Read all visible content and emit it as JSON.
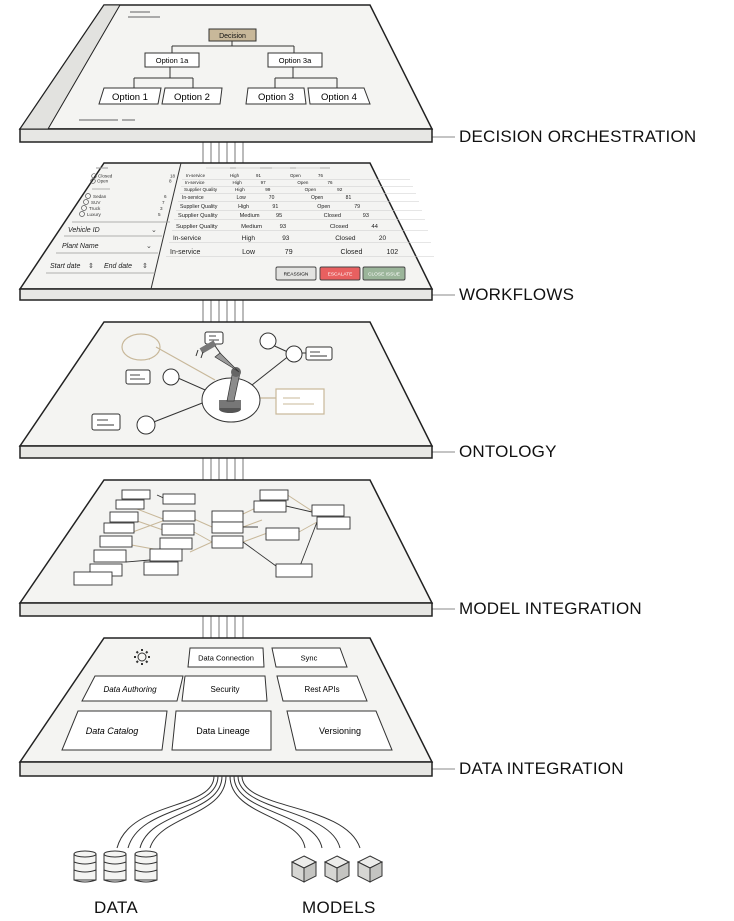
{
  "layers": [
    {
      "label": "DECISION ORCHESTRATION"
    },
    {
      "label": "WORKFLOWS"
    },
    {
      "label": "ONTOLOGY"
    },
    {
      "label": "MODEL INTEGRATION"
    },
    {
      "label": "DATA INTEGRATION"
    }
  ],
  "decision": {
    "root": "Decision",
    "option_1a": "Option 1a",
    "option_3a": "Option 3a",
    "option_1": "Option 1",
    "option_2": "Option 2",
    "option_3": "Option 3",
    "option_4": "Option 4"
  },
  "workflows": {
    "status_options": [
      "Closed",
      "Open"
    ],
    "vehicle_types": [
      "Sedan",
      "SUV",
      "Truck",
      "Luxury"
    ],
    "vehicle_id_label": "Vehicle ID",
    "plant_name_label": "Plant Name",
    "start_date_label": "Start date",
    "end_date_label": "End date",
    "table_rows": [
      [
        "In-service",
        "High",
        "91",
        "Open",
        "76"
      ],
      [
        "In-service",
        "High",
        "97",
        "Open",
        "76"
      ],
      [
        "Supplier Quality",
        "High",
        "99",
        "Open",
        "92"
      ],
      [
        "In-service",
        "Low",
        "70",
        "Open",
        "81"
      ],
      [
        "Supplier Quality",
        "High",
        "91",
        "Open",
        "79"
      ],
      [
        "Supplier Quality",
        "Medium",
        "95",
        "Closed",
        "93"
      ],
      [
        "Supplier Quality",
        "Medium",
        "93",
        "Closed",
        "44"
      ],
      [
        "In-service",
        "High",
        "93",
        "Closed",
        "20"
      ],
      [
        "In-service",
        "Low",
        "79",
        "Closed",
        "102"
      ]
    ],
    "reassign_label": "REASSIGN",
    "escalate_label": "ESCALATE",
    "close_label": "CLOSE ISSUE"
  },
  "data_integration": {
    "data_connection": "Data Connection",
    "sync": "Sync",
    "data_authoring": "Data Authoring",
    "security": "Security",
    "rest_apis": "Rest APIs",
    "data_catalog": "Data Catalog",
    "data_lineage": "Data Lineage",
    "versioning": "Versioning"
  },
  "bottom": {
    "data_label": "DATA",
    "models_label": "MODELS"
  },
  "colors": {
    "accent_tan": "#c8b89a",
    "escalate_red": "#e86060",
    "close_green": "#9bb59a",
    "decision_fill": "#c8b89a",
    "panel": "#f4f4f2",
    "panel_edge": "#dcdcd8"
  }
}
